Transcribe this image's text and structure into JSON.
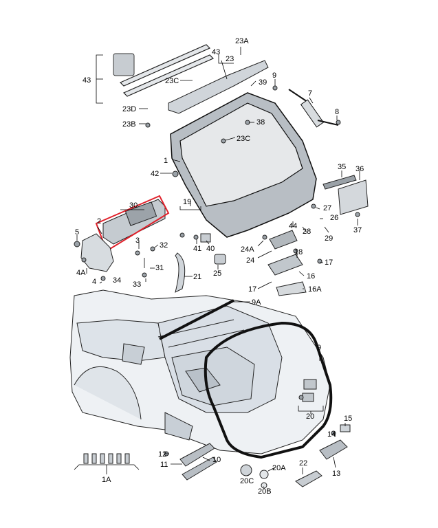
{
  "labels": {
    "l_23A": "23A",
    "l_43a": "43",
    "l_23a": "23",
    "l_43b": "43",
    "l_23C1": "23C",
    "l_39": "39",
    "l_9a": "9",
    "l_7": "7",
    "l_23D": "23D",
    "l_23B": "23B",
    "l_38": "38",
    "l_23C2": "23C",
    "l_8b": "8",
    "l_1": "1",
    "l_35": "35",
    "l_36": "36",
    "l_42": "42",
    "l_30": "30",
    "l_19": "19",
    "l_27": "27",
    "l_26": "26",
    "l_2": "2",
    "l_5": "5",
    "l_44": "44",
    "l_28": "28",
    "l_29": "29",
    "l_37": "37",
    "l_3": "3",
    "l_32": "32",
    "l_41": "41",
    "l_40": "40",
    "l_24A": "24A",
    "l_24": "24",
    "l_18": "18",
    "l_17a": "17",
    "l_4A": "4A",
    "l_31": "31",
    "l_4": "4",
    "l_34": "34",
    "l_33": "33",
    "l_21": "21",
    "l_25": "25",
    "l_16": "16",
    "l_17b": "17",
    "l_16A": "16A",
    "l_9A": "9A",
    "l_9": "9",
    "l_20": "20",
    "l_15": "15",
    "l_14": "14",
    "l_12": "12",
    "l_10": "10",
    "l_11": "11",
    "l_22": "22",
    "l_20A": "20A",
    "l_20C": "20C",
    "l_20B": "20B",
    "l_13": "13",
    "l_1A": "1A"
  },
  "colors": {
    "line": "#000000",
    "highlight": "#e0202a",
    "glass": "#e6e8ea",
    "tailgate": "#b8bec4",
    "body_shade": "#cfd6dd"
  }
}
